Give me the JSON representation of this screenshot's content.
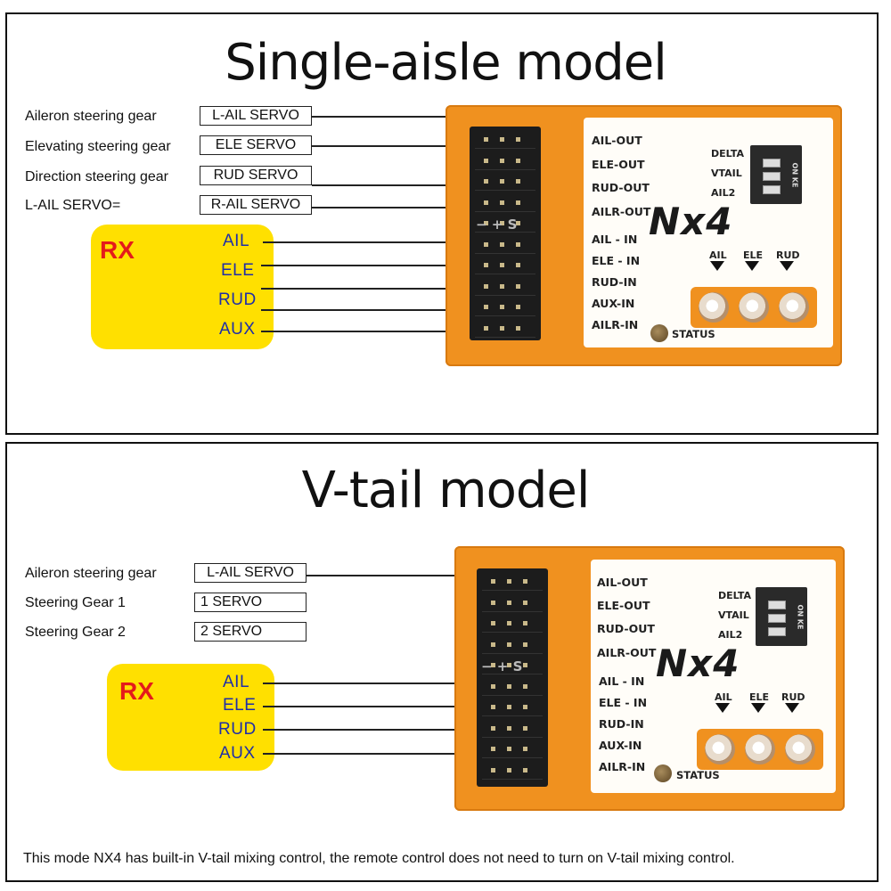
{
  "panel1": {
    "title": "Single-aisle model",
    "outputs": [
      {
        "label": "Aileron steering gear",
        "box": "L-AIL SERVO"
      },
      {
        "label": "Elevating steering gear",
        "box": "ELE SERVO"
      },
      {
        "label": "Direction steering gear",
        "box": "RUD SERVO"
      },
      {
        "label": "L-AIL SERVO=",
        "box": "R-AIL SERVO"
      }
    ]
  },
  "panel2": {
    "title": "V-tail model",
    "outputs": [
      {
        "label": "Aileron steering gear",
        "box": "L-AIL SERVO"
      },
      {
        "label": "Steering Gear 1",
        "box": "1 SERVO"
      },
      {
        "label": "Steering Gear 2",
        "box": "2 SERVO"
      }
    ],
    "note": "This mode NX4 has built-in V-tail mixing control, the remote control does not need to turn on V-tail mixing control."
  },
  "rx": {
    "title": "RX",
    "channels": [
      "AIL",
      "ELE",
      "RUD",
      "AUX"
    ]
  },
  "device": {
    "logo": "Nx4",
    "port_labels": [
      "AIL-OUT",
      "ELE-OUT",
      "RUD-OUT",
      "AILR-OUT",
      "AIL - IN",
      "ELE - IN",
      "RUD-IN",
      "AUX-IN",
      "AILR-IN"
    ],
    "switch_labels": [
      "DELTA",
      "VTAIL",
      "AIL2"
    ],
    "dip_marks": "ON KE",
    "pin_header": "− + S",
    "gain_labels": [
      "AIL",
      "ELE",
      "RUD"
    ],
    "status": "STATUS"
  },
  "colors": {
    "device_orange": "#f0911f",
    "rx_yellow": "#ffe000",
    "rx_title_red": "#e41b1b",
    "channel_blue": "#1f2ea8"
  }
}
